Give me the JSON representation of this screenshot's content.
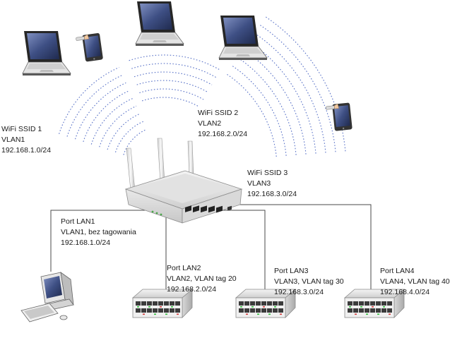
{
  "wifi": [
    {
      "ssid": "WiFi SSID 1",
      "vlan": "VLAN1",
      "subnet": "192.168.1.0/24"
    },
    {
      "ssid": "WiFi SSID 2",
      "vlan": "VLAN2",
      "subnet": "192.168.2.0/24"
    },
    {
      "ssid": "WiFi SSID 3",
      "vlan": "VLAN3",
      "subnet": "192.168.3.0/24"
    }
  ],
  "ports": [
    {
      "port": "Port LAN1",
      "vlan": "VLAN1, bez tagowania",
      "subnet": "192.168.1.0/24"
    },
    {
      "port": "Port LAN2",
      "vlan": "VLAN2, VLAN tag 20",
      "subnet": "192.168.2.0/24"
    },
    {
      "port": "Port LAN3",
      "vlan": "VLAN3, VLAN tag 30",
      "subnet": "192.168.3.0/24"
    },
    {
      "port": "Port LAN4",
      "vlan": "VLAN4, VLAN tag 40",
      "subnet": "192.168.4.0/24"
    }
  ],
  "colors": {
    "wave": "#5a73c8",
    "line": "#4a4a4a",
    "router_body": "#f2f2f2",
    "device_dark": "#2b2b2b",
    "screen": "#4a5a88"
  },
  "icons": [
    "laptop-icon",
    "tablet-icon",
    "router-icon",
    "switch-icon",
    "desktop-computer-icon"
  ]
}
